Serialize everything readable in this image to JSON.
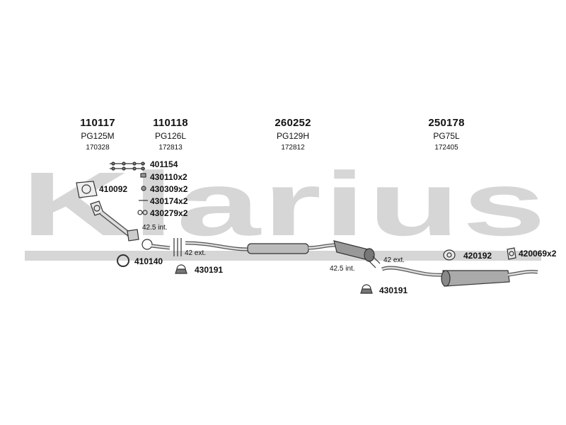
{
  "watermark": {
    "text": "Klarius",
    "color": "#d6d6d6"
  },
  "headers": [
    {
      "number": "110117",
      "ref": "PG125M",
      "sub": "170328"
    },
    {
      "number": "110118",
      "ref": "PG126L",
      "sub": "172813"
    },
    {
      "number": "260252",
      "ref": "PG129H",
      "sub": "172812"
    },
    {
      "number": "250178",
      "ref": "PG75L",
      "sub": "172405"
    }
  ],
  "fittings": [
    {
      "label": "401154"
    },
    {
      "label": "430110x2"
    },
    {
      "label": "430309x2"
    },
    {
      "label": "430174x2"
    },
    {
      "label": "430279x2"
    }
  ],
  "parts": {
    "gasket": "410092",
    "ring": "410140",
    "clamp_front": "430191",
    "clamp_rear": "430191",
    "rubber_mount": "420192",
    "rubber_hanger": "420069x2"
  },
  "notes": {
    "front_int": "42.5 int.",
    "front_ext": "42 ext.",
    "rear_ext": "42 ext.",
    "rear_int": "42.5 int."
  },
  "colors": {
    "line": "#333333",
    "body_fill": "#9a9a9a",
    "body_light": "#cfcfcf"
  }
}
